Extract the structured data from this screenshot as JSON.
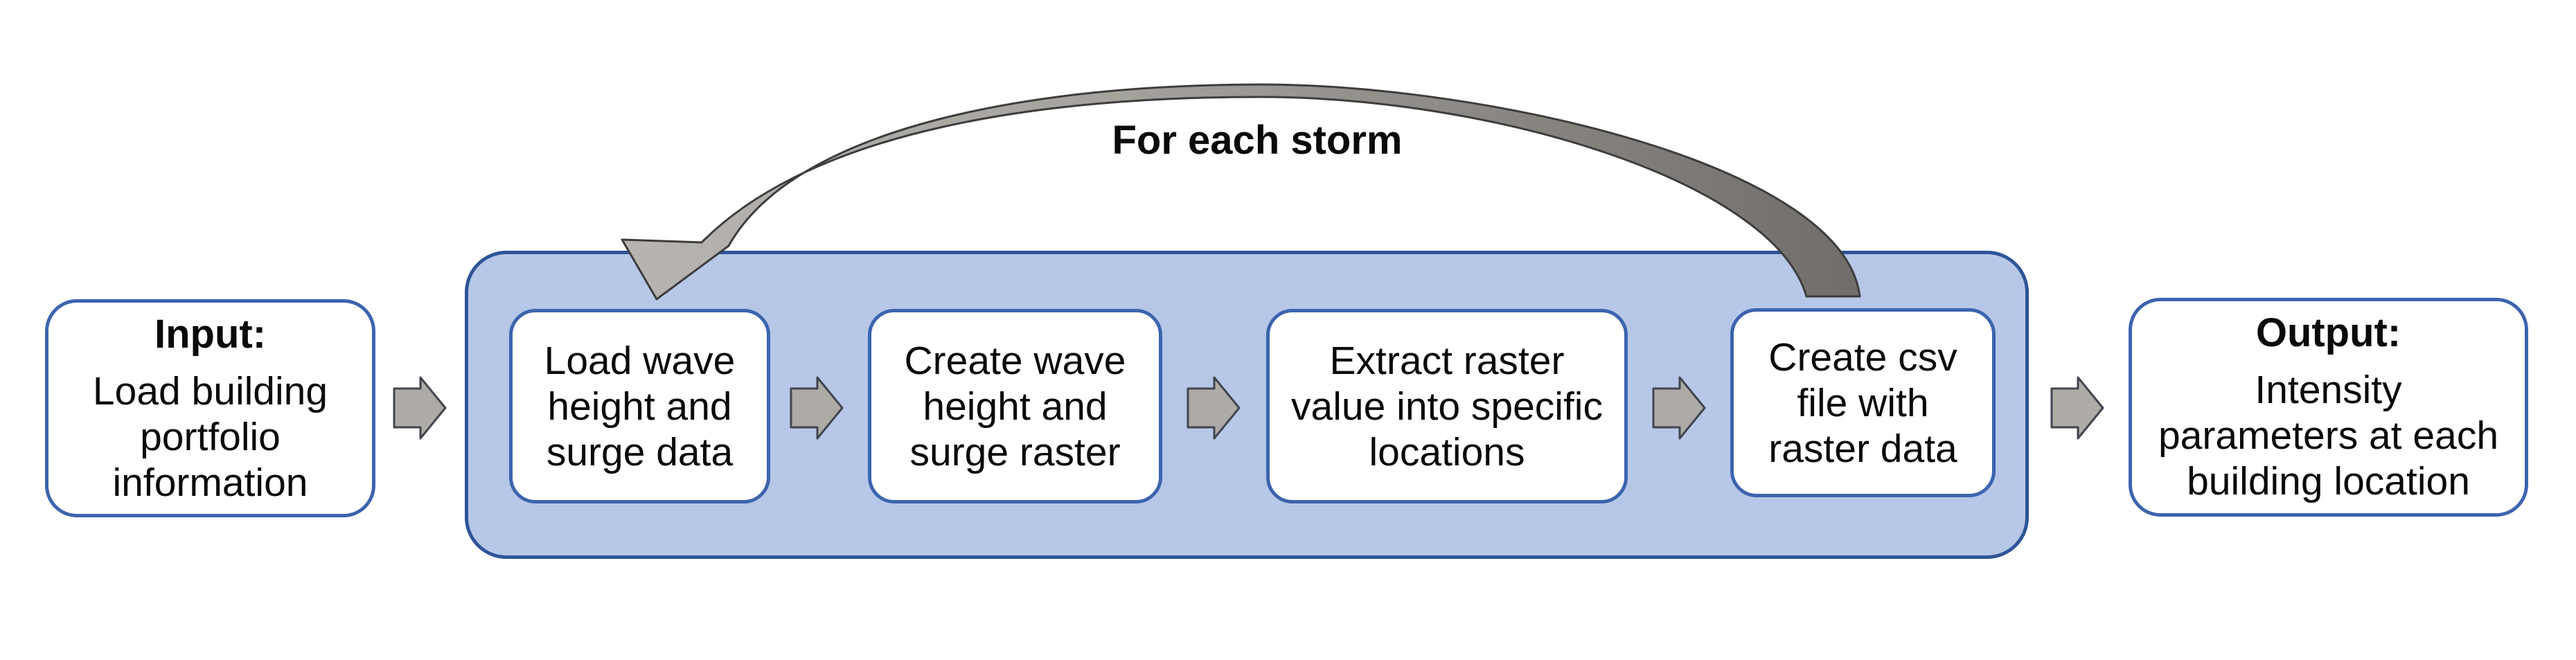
{
  "palette": {
    "container_fill": "#b6c7e8",
    "container_border": "#2e5597",
    "box_border": "#3c64ae",
    "box_fill": "#ffffff",
    "arrow_fill": "#aeaba7",
    "arrow_border": "#41454e",
    "loop_light": "#b7b4b1",
    "loop_dark": "#716d6a",
    "loop_border": "#3d3d3d",
    "text": "#0a0a0a"
  },
  "diagram": {
    "input": {
      "title": "Input:",
      "lines": [
        "Load building",
        "portfolio",
        "information"
      ]
    },
    "loop_label": "For each storm",
    "steps": [
      {
        "lines": [
          "Load wave",
          "height and",
          "surge data"
        ]
      },
      {
        "lines": [
          "Create wave",
          "height and",
          "surge raster"
        ]
      },
      {
        "lines": [
          "Extract raster",
          "value into specific",
          "locations"
        ]
      },
      {
        "lines": [
          "Create csv",
          "file with",
          "raster data"
        ]
      }
    ],
    "output": {
      "title": "Output:",
      "lines": [
        "Intensity",
        "parameters at each",
        "building location"
      ]
    }
  }
}
